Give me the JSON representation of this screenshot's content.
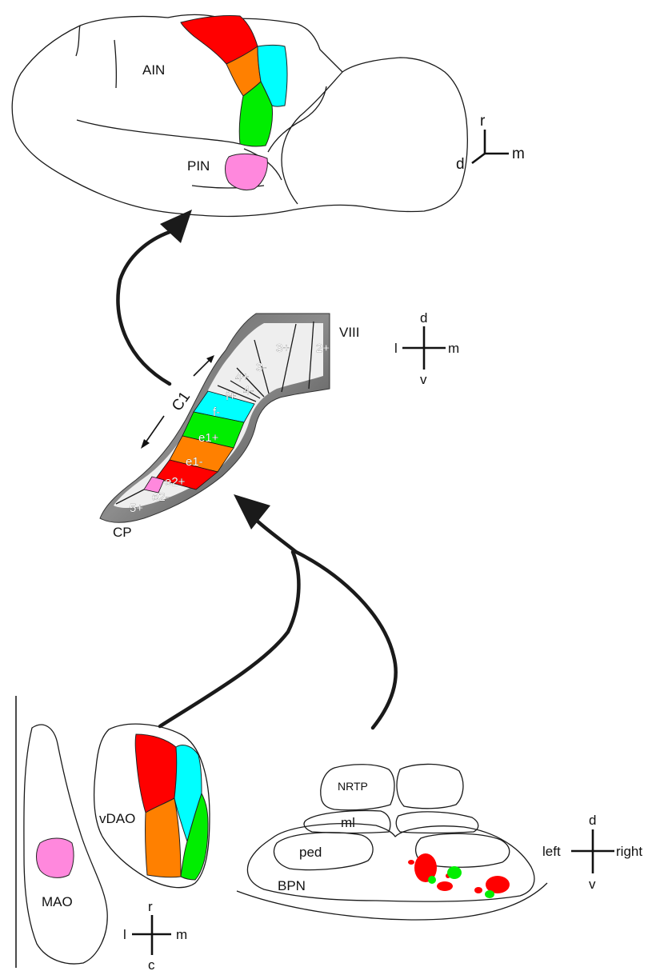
{
  "top_panel": {
    "labels": {
      "ain": "AIN",
      "pin": "PIN"
    },
    "axes": {
      "up": "r",
      "left": "d",
      "right": "m"
    }
  },
  "middle_panel": {
    "zone_labels": [
      "3+",
      "2+",
      "3-",
      "4+",
      "4-",
      "f+",
      "f-",
      "e1+",
      "e1-",
      "e2+",
      "e2-",
      "5+"
    ],
    "labels": {
      "viii": "VIII",
      "c1": "C1",
      "cp": "CP"
    },
    "axes": {
      "up": "d",
      "down": "v",
      "left": "l",
      "right": "m"
    }
  },
  "bottom_left_panel": {
    "labels": {
      "vdao": "vDAO",
      "mao": "MAO"
    },
    "axes": {
      "up": "r",
      "down": "c",
      "left": "l",
      "right": "m"
    }
  },
  "bottom_right_panel": {
    "labels": {
      "nrtp": "NRTP",
      "ml": "ml",
      "ped": "ped",
      "bpn": "BPN"
    },
    "axes": {
      "up": "d",
      "down": "v",
      "left": "left",
      "right": "right"
    }
  },
  "colors": {
    "red": "#ff0000",
    "orange": "#ff8000",
    "cyan": "#00ffff",
    "green": "#00ee00",
    "pink": "#ff88dd",
    "arrow": "#1a1a1a"
  }
}
